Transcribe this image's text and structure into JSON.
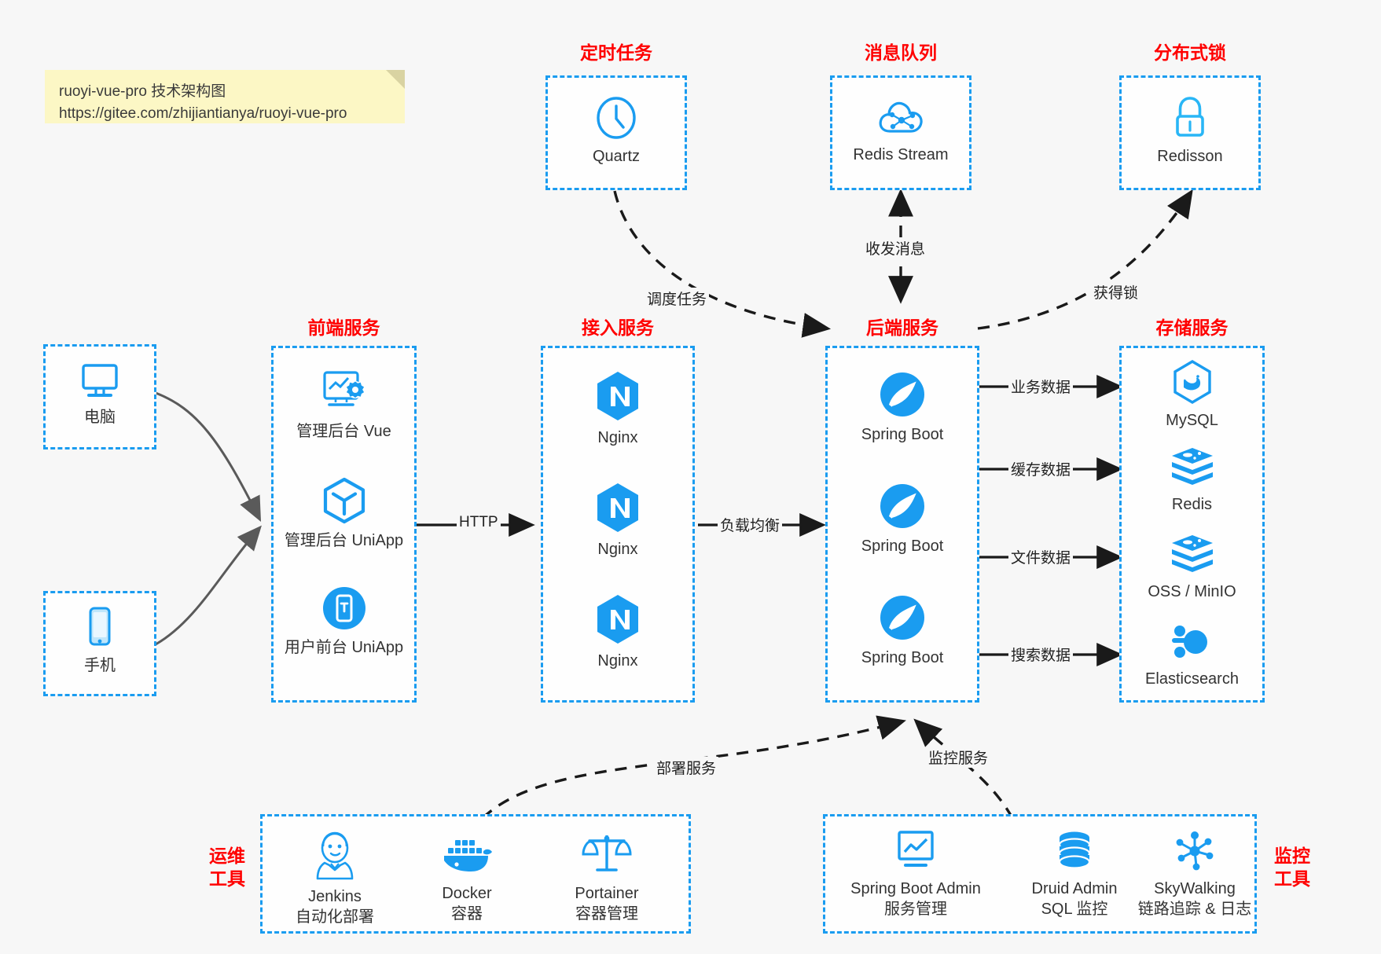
{
  "note": {
    "line1": "ruoyi-vue-pro 技术架构图",
    "line2": "https://gitee.com/zhijiantianya/ruoyi-vue-pro"
  },
  "colors": {
    "accent_blue": "#1a9cf0",
    "title_red": "#ff0000",
    "note_bg": "#fcf7c5",
    "page_bg": "#f7f7f7",
    "arrow_black": "#1a1a1a",
    "arrow_gray": "#5a5a5a"
  },
  "groups": {
    "scheduled_task": {
      "title": "定时任务",
      "items": [
        {
          "label": "Quartz",
          "icon": "clock-icon"
        }
      ]
    },
    "message_queue": {
      "title": "消息队列",
      "items": [
        {
          "label": "Redis Stream",
          "icon": "cloud-stream-icon"
        }
      ]
    },
    "distributed_lock": {
      "title": "分布式锁",
      "items": [
        {
          "label": "Redisson",
          "icon": "lock-icon"
        }
      ]
    },
    "devices": {
      "pc": {
        "label": "电脑",
        "icon": "desktop-icon"
      },
      "mobile": {
        "label": "手机",
        "icon": "phone-icon"
      }
    },
    "frontend": {
      "title": "前端服务",
      "items": [
        {
          "label": "管理后台 Vue",
          "icon": "dashboard-icon"
        },
        {
          "label": "管理后台 UniApp",
          "icon": "cube-icon"
        },
        {
          "label": "用户前台 UniApp",
          "icon": "mobile-app-icon"
        }
      ]
    },
    "gateway": {
      "title": "接入服务",
      "items": [
        {
          "label": "Nginx",
          "icon": "nginx-icon"
        },
        {
          "label": "Nginx",
          "icon": "nginx-icon"
        },
        {
          "label": "Nginx",
          "icon": "nginx-icon"
        }
      ]
    },
    "backend": {
      "title": "后端服务",
      "items": [
        {
          "label": "Spring Boot",
          "icon": "spring-boot-icon"
        },
        {
          "label": "Spring Boot",
          "icon": "spring-boot-icon"
        },
        {
          "label": "Spring Boot",
          "icon": "spring-boot-icon"
        }
      ]
    },
    "storage": {
      "title": "存储服务",
      "items": [
        {
          "label": "MySQL",
          "icon": "mysql-icon"
        },
        {
          "label": "Redis",
          "icon": "redis-icon"
        },
        {
          "label": "OSS / MinIO",
          "icon": "redis-icon"
        },
        {
          "label": "Elasticsearch",
          "icon": "elasticsearch-icon"
        }
      ]
    },
    "ops_tools": {
      "title_line1": "运维",
      "title_line2": "工具",
      "items": [
        {
          "label": "Jenkins",
          "sub": "自动化部署",
          "icon": "jenkins-icon"
        },
        {
          "label": "Docker",
          "sub": "容器",
          "icon": "docker-icon"
        },
        {
          "label": "Portainer",
          "sub": "容器管理",
          "icon": "scales-icon"
        }
      ]
    },
    "monitor_tools": {
      "title_line1": "监控",
      "title_line2": "工具",
      "items": [
        {
          "label": "Spring Boot Admin",
          "sub": "服务管理",
          "icon": "chart-monitor-icon"
        },
        {
          "label": "Druid Admin",
          "sub": "SQL 监控",
          "icon": "database-icon"
        },
        {
          "label": "SkyWalking",
          "sub": "链路追踪 & 日志",
          "icon": "skywalking-icon"
        }
      ]
    }
  },
  "edges": {
    "schedule_task": "调度任务",
    "send_receive_message": "收发消息",
    "acquire_lock": "获得锁",
    "http": "HTTP",
    "load_balance": "负载均衡",
    "business_data": "业务数据",
    "cache_data": "缓存数据",
    "file_data": "文件数据",
    "search_data": "搜索数据",
    "deploy_service": "部署服务",
    "monitor_service": "监控服务"
  }
}
